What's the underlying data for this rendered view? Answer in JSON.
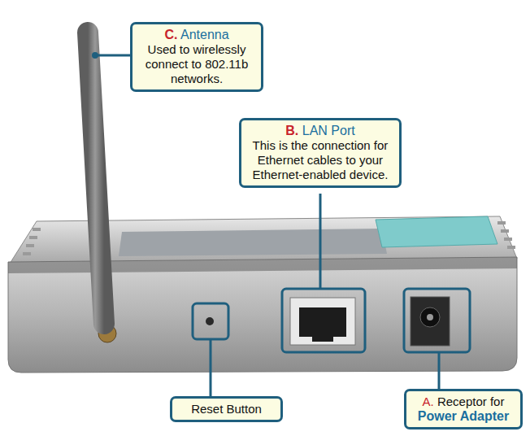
{
  "diagram": {
    "nodes": [
      {
        "text": [
          "C. Antenna",
          "Used to wirelessly connect to 802.11b networks."
        ]
      },
      {
        "text": [
          "B. LAN Port",
          "This is the connection for Ethernet cables to your Ethernet-enabled device."
        ]
      },
      {
        "text": [
          "Reset Button"
        ]
      },
      {
        "text": [
          "A. Receptor for",
          "Power Adapter"
        ]
      }
    ]
  }
}
